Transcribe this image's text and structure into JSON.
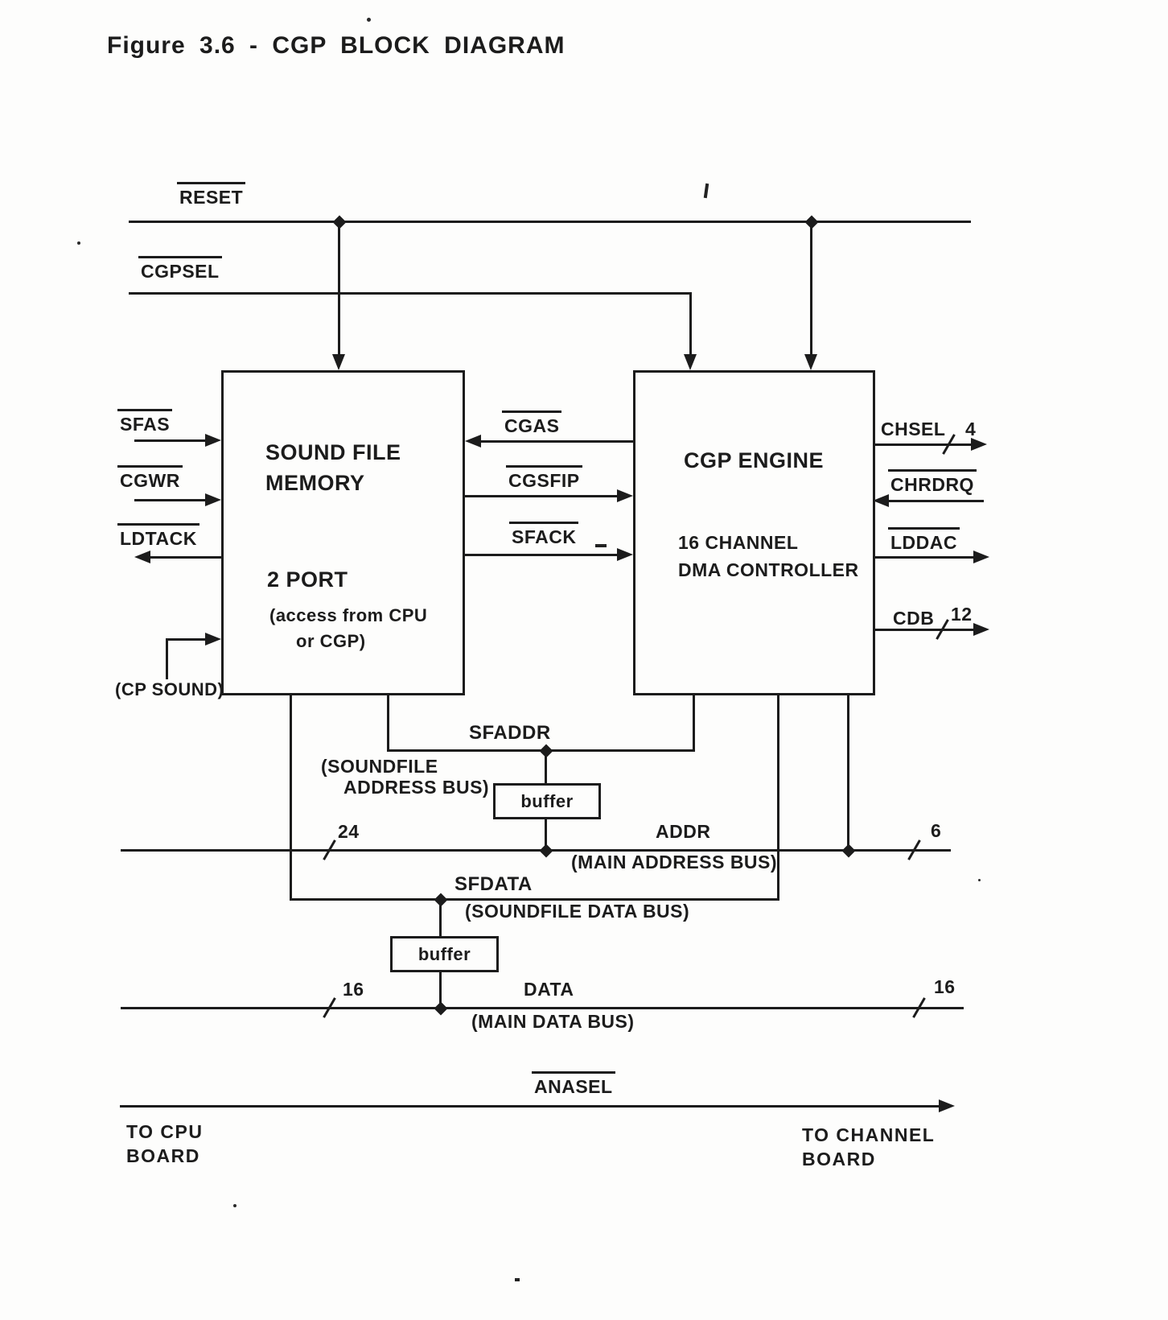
{
  "title": "Figure 3.6 - CGP BLOCK DIAGRAM",
  "colors": {
    "ink": "#1c1c1c",
    "paper": "#fdfdfc"
  },
  "blocks": {
    "sound_file_memory": {
      "name_line1": "SOUND FILE",
      "name_line2": "MEMORY",
      "port_label": "2 PORT",
      "note_line1": "(access from CPU",
      "note_line2": "or CGP)"
    },
    "cgp_engine": {
      "name": "CGP ENGINE",
      "desc_line1": "16 CHANNEL",
      "desc_line2": "DMA CONTROLLER"
    }
  },
  "signals": {
    "reset": "RESET",
    "cgpsel": "CGPSEL",
    "sfas": "SFAS",
    "cgwr": "CGWR",
    "ldtack": "LDTACK",
    "cp_sound": "(CP SOUND)",
    "cgas": "CGAS",
    "cgsfip": "CGSFIP",
    "sfack": "SFACK",
    "chsel": "CHSEL",
    "chsel_width": "4",
    "chrdrq": "CHRDRQ",
    "lddac": "LDDAC",
    "cdb": "CDB",
    "cdb_width": "12",
    "anasel": "ANASEL"
  },
  "buses": {
    "sfaddr": {
      "label": "SFADDR",
      "note_line1": "(SOUNDFILE",
      "note_line2": "ADDRESS BUS)"
    },
    "addr": {
      "label": "ADDR",
      "note": "(MAIN ADDRESS BUS)",
      "width_left": "24",
      "width_right": "6"
    },
    "sfdata": {
      "label": "SFDATA",
      "note": "(SOUNDFILE DATA BUS)"
    },
    "data": {
      "label": "DATA",
      "note": "(MAIN DATA BUS)",
      "width_left": "16",
      "width_right": "16"
    },
    "buffer_addr": "buffer",
    "buffer_data": "buffer"
  },
  "footer": {
    "to_cpu_line1": "TO CPU",
    "to_cpu_line2": "BOARD",
    "to_channel_line1": "TO CHANNEL",
    "to_channel_line2": "BOARD"
  }
}
